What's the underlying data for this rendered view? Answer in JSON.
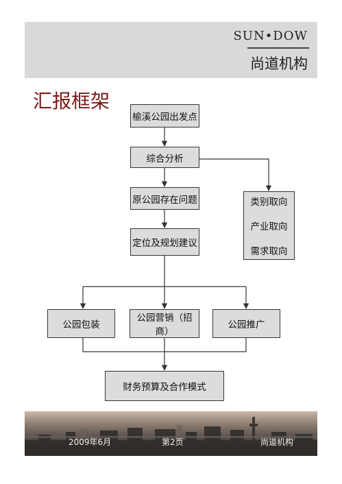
{
  "header": {
    "brand_en": "SUN•DOW",
    "brand_cn": "尚道机构"
  },
  "page_title": "汇报框架",
  "flow": {
    "start": "榆溪公园出发点",
    "analysis": "综合分析",
    "problems": "原公园存在问题",
    "positioning": "定位及规划建议",
    "orientations": [
      "类别取向",
      "产业取向",
      "需求取向"
    ],
    "branches": [
      "公园包装",
      "公园营销（招商）",
      "公园推广"
    ],
    "finance": "财务预算及合作模式"
  },
  "footer": {
    "date": "2009年6月",
    "page": "第2页",
    "org": "尚道机构"
  },
  "colors": {
    "title_red": "#7a1a18",
    "box_fill": "#dcdcdc",
    "header_band": "#d9d9d9"
  }
}
